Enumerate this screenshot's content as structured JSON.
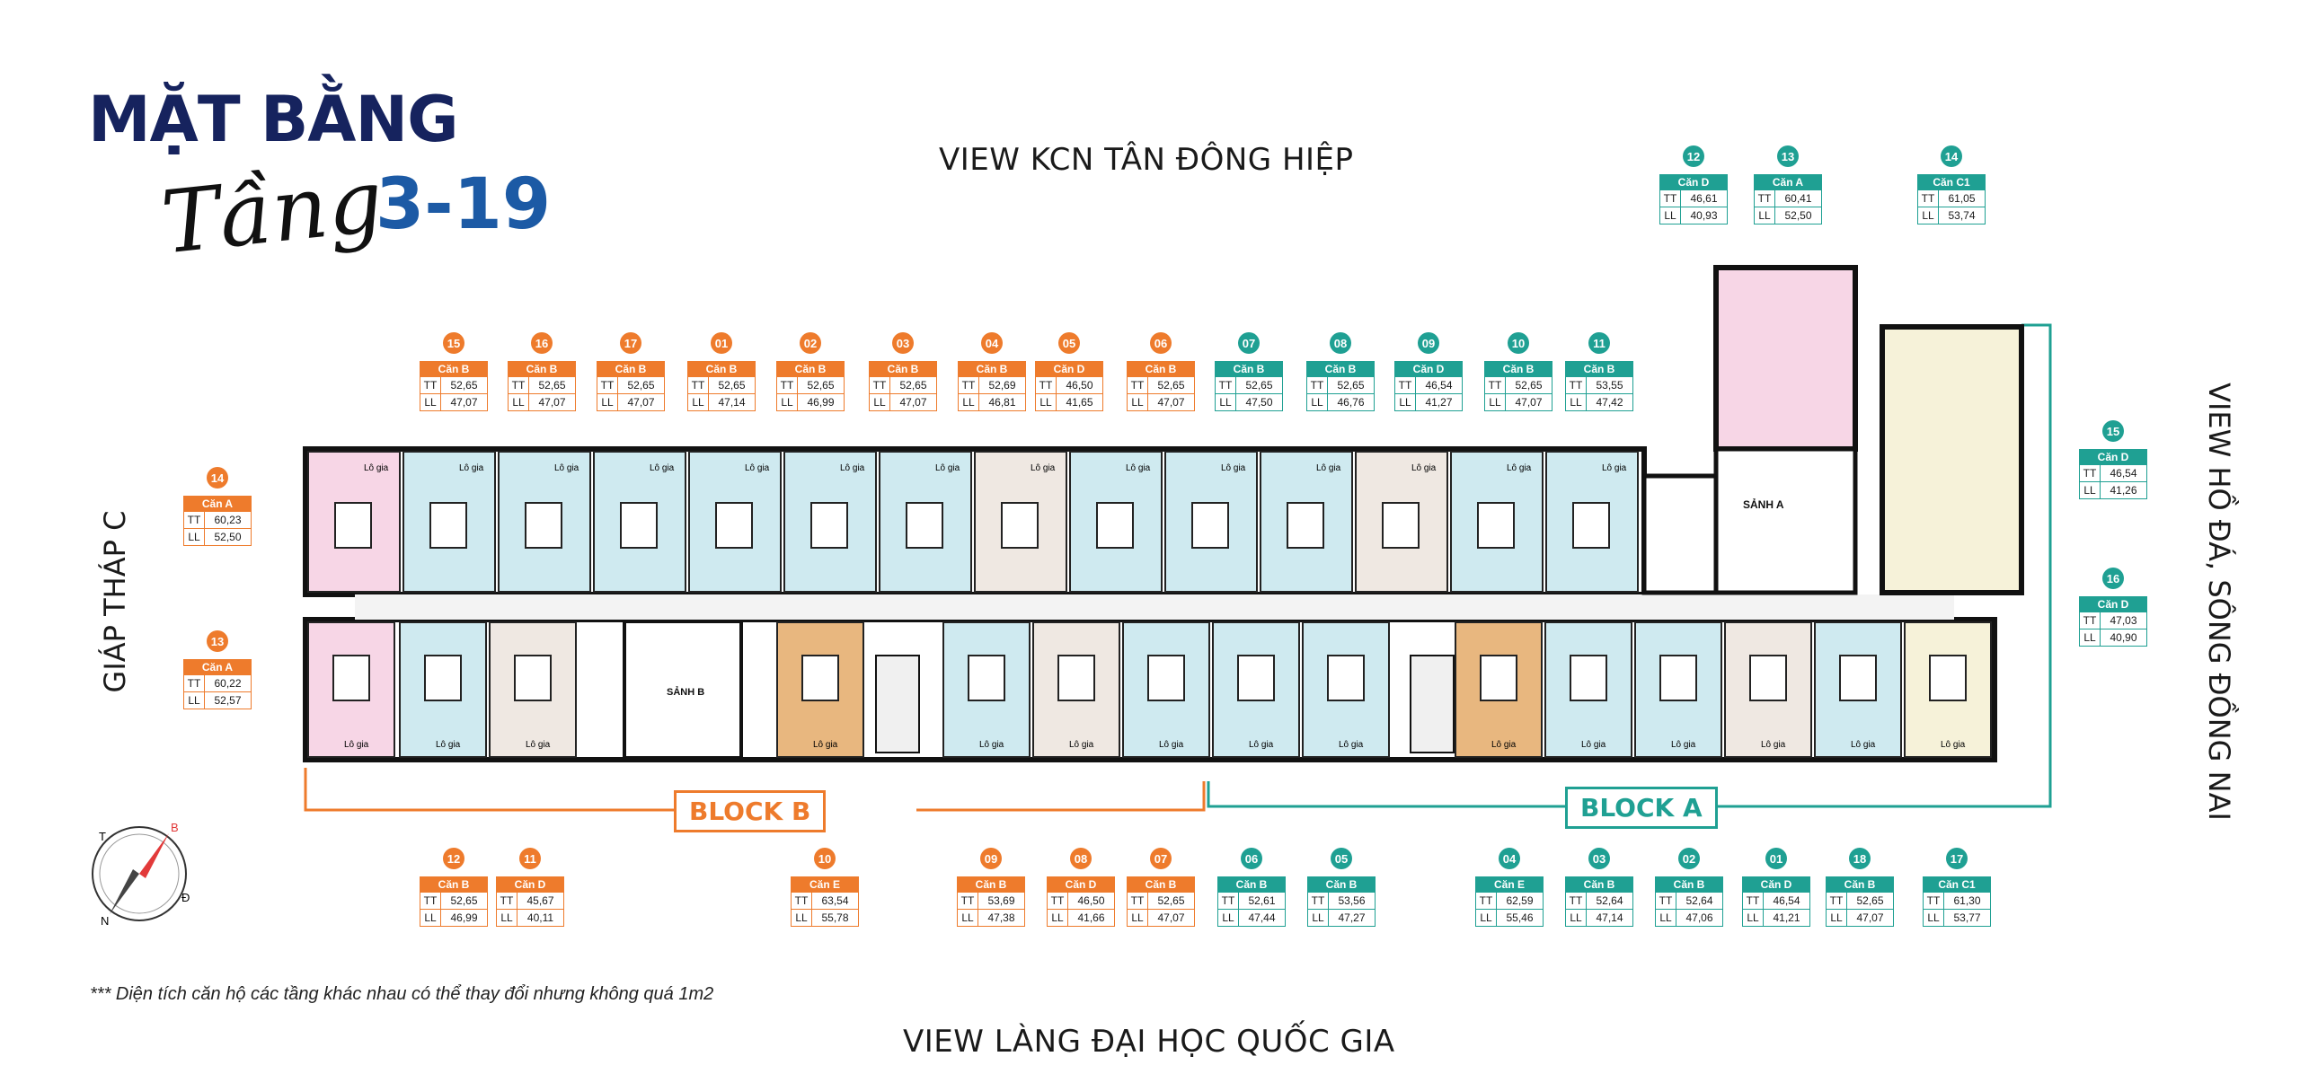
{
  "title": {
    "line1": "MẶT BẰNG",
    "script": "Tầng",
    "floors": "3-19"
  },
  "views": {
    "top": "VIEW KCN TÂN ĐÔNG HIỆP",
    "bottom": "VIEW LÀNG ĐẠI HỌC QUỐC GIA",
    "left": "GIÁP THÁP C",
    "right": "VIEW HỒ ĐÁ, SÔNG ĐỒNG NAI"
  },
  "blocks": {
    "b": "BLOCK B",
    "a": "BLOCK A"
  },
  "lobby": {
    "a": "SẢNH A",
    "b": "SẢNH B"
  },
  "loggia_label": "Lô gia",
  "footnote": "*** Diện tích căn hộ các tầng khác nhau có thể thay đổi nhưng không quá 1m2",
  "labels": {
    "tt": "TT",
    "ll": "LL"
  },
  "colors": {
    "orange": "#ee7b2c",
    "teal": "#1fa093",
    "navy": "#16235e",
    "blue": "#1c5aa5"
  },
  "units_top": [
    {
      "no": "15",
      "type": "Căn B",
      "tt": "52,65",
      "ll": "47,07",
      "color": "orange"
    },
    {
      "no": "16",
      "type": "Căn B",
      "tt": "52,65",
      "ll": "47,07",
      "color": "orange"
    },
    {
      "no": "17",
      "type": "Căn B",
      "tt": "52,65",
      "ll": "47,07",
      "color": "orange"
    },
    {
      "no": "01",
      "type": "Căn B",
      "tt": "52,65",
      "ll": "47,14",
      "color": "orange"
    },
    {
      "no": "02",
      "type": "Căn B",
      "tt": "52,65",
      "ll": "46,99",
      "color": "orange"
    },
    {
      "no": "03",
      "type": "Căn B",
      "tt": "52,65",
      "ll": "47,07",
      "color": "orange"
    },
    {
      "no": "04",
      "type": "Căn B",
      "tt": "52,69",
      "ll": "46,81",
      "color": "orange"
    },
    {
      "no": "05",
      "type": "Căn D",
      "tt": "46,50",
      "ll": "41,65",
      "color": "orange"
    },
    {
      "no": "06",
      "type": "Căn B",
      "tt": "52,65",
      "ll": "47,07",
      "color": "orange"
    },
    {
      "no": "07",
      "type": "Căn B",
      "tt": "52,65",
      "ll": "47,50",
      "color": "teal"
    },
    {
      "no": "08",
      "type": "Căn B",
      "tt": "52,65",
      "ll": "46,76",
      "color": "teal"
    },
    {
      "no": "09",
      "type": "Căn D",
      "tt": "46,54",
      "ll": "41,27",
      "color": "teal"
    },
    {
      "no": "10",
      "type": "Căn B",
      "tt": "52,65",
      "ll": "47,07",
      "color": "teal"
    },
    {
      "no": "11",
      "type": "Căn B",
      "tt": "53,55",
      "ll": "47,42",
      "color": "teal"
    }
  ],
  "units_tower": [
    {
      "no": "12",
      "type": "Căn D",
      "tt": "46,61",
      "ll": "40,93",
      "color": "teal"
    },
    {
      "no": "13",
      "type": "Căn A",
      "tt": "60,41",
      "ll": "52,50",
      "color": "teal"
    },
    {
      "no": "14",
      "type": "Căn C1",
      "tt": "61,05",
      "ll": "53,74",
      "color": "teal"
    }
  ],
  "units_right": [
    {
      "no": "15",
      "type": "Căn D",
      "tt": "46,54",
      "ll": "41,26",
      "color": "teal"
    },
    {
      "no": "16",
      "type": "Căn D",
      "tt": "47,03",
      "ll": "40,90",
      "color": "teal"
    }
  ],
  "units_left": [
    {
      "no": "14",
      "type": "Căn A",
      "tt": "60,23",
      "ll": "52,50",
      "color": "orange"
    },
    {
      "no": "13",
      "type": "Căn A",
      "tt": "60,22",
      "ll": "52,57",
      "color": "orange"
    }
  ],
  "units_bottom": [
    {
      "no": "12",
      "type": "Căn B",
      "tt": "52,65",
      "ll": "46,99",
      "color": "orange"
    },
    {
      "no": "11",
      "type": "Căn D",
      "tt": "45,67",
      "ll": "40,11",
      "color": "orange"
    },
    {
      "no": "10",
      "type": "Căn E",
      "tt": "63,54",
      "ll": "55,78",
      "color": "orange"
    },
    {
      "no": "09",
      "type": "Căn B",
      "tt": "53,69",
      "ll": "47,38",
      "color": "orange"
    },
    {
      "no": "08",
      "type": "Căn D",
      "tt": "46,50",
      "ll": "41,66",
      "color": "orange"
    },
    {
      "no": "07",
      "type": "Căn B",
      "tt": "52,65",
      "ll": "47,07",
      "color": "orange"
    },
    {
      "no": "06",
      "type": "Căn B",
      "tt": "52,61",
      "ll": "47,44",
      "color": "teal"
    },
    {
      "no": "05",
      "type": "Căn B",
      "tt": "53,56",
      "ll": "47,27",
      "color": "teal"
    },
    {
      "no": "04",
      "type": "Căn E",
      "tt": "62,59",
      "ll": "55,46",
      "color": "teal"
    },
    {
      "no": "03",
      "type": "Căn B",
      "tt": "52,64",
      "ll": "47,14",
      "color": "teal"
    },
    {
      "no": "02",
      "type": "Căn B",
      "tt": "52,64",
      "ll": "47,06",
      "color": "teal"
    },
    {
      "no": "01",
      "type": "Căn D",
      "tt": "46,54",
      "ll": "41,21",
      "color": "teal"
    },
    {
      "no": "18",
      "type": "Căn B",
      "tt": "52,65",
      "ll": "47,07",
      "color": "teal"
    },
    {
      "no": "17",
      "type": "Căn C1",
      "tt": "61,30",
      "ll": "53,77",
      "color": "teal"
    }
  ],
  "compass": {
    "n": "N",
    "e": "Đ",
    "w": "T",
    "s": "B"
  }
}
